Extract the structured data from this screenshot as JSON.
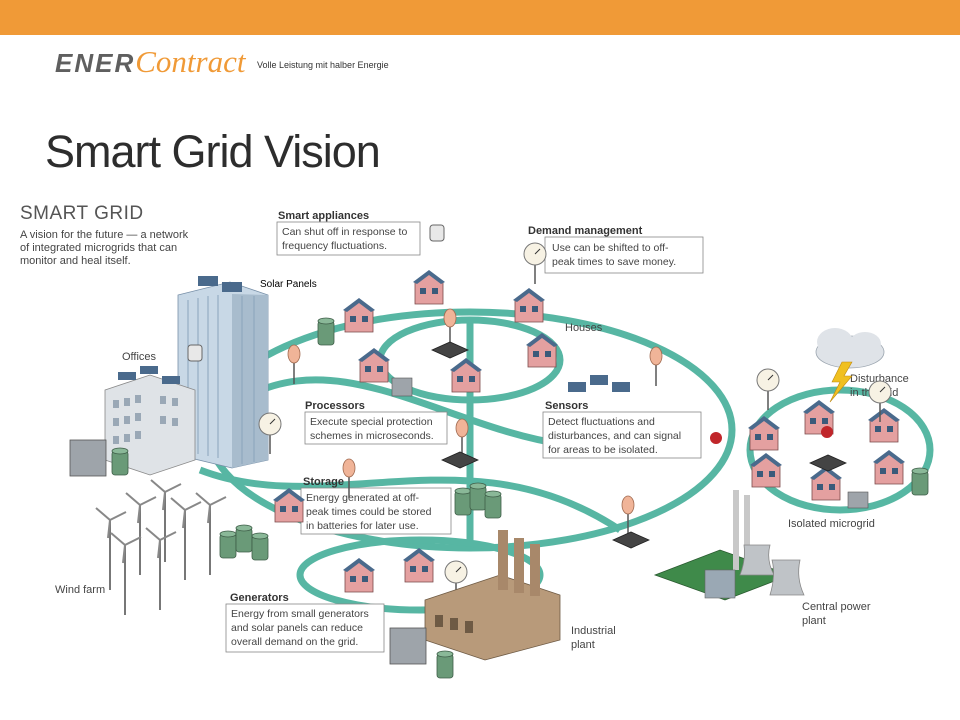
{
  "header": {
    "bar_color": "#f09a37",
    "logo_ener": "ENER",
    "logo_contract": "Contract",
    "tagline": "Volle Leistung mit halber Energie"
  },
  "slide": {
    "title": "Smart Grid Vision"
  },
  "diagram": {
    "heading": "SMART GRID",
    "intro": [
      "A vision for the future — a network",
      "of integrated microgrids that can",
      "monitor and heal itself."
    ],
    "smart_appliances": {
      "title": "Smart appliances",
      "lines": [
        "Can shut off in response to",
        "frequency fluctuations."
      ]
    },
    "demand_management": {
      "title": "Demand management",
      "lines": [
        "Use can be shifted to off-",
        "peak times to save money."
      ]
    },
    "processors": {
      "title": "Processors",
      "lines": [
        "Execute special protection",
        "schemes in microseconds."
      ]
    },
    "sensors": {
      "title": "Sensors",
      "lines": [
        "Detect fluctuations and",
        "disturbances, and can signal",
        "for areas to be isolated."
      ]
    },
    "storage": {
      "title": "Storage",
      "lines": [
        "Energy generated at off-",
        "peak times could be stored",
        "in batteries for later use."
      ]
    },
    "generators": {
      "title": "Generators",
      "lines": [
        "Energy from small generators",
        "and solar panels can reduce",
        "overall demand on the grid."
      ]
    },
    "labels": {
      "offices": "Offices",
      "houses": "Houses",
      "disturbance": [
        "Disturbance",
        "in the grid"
      ],
      "isolated": "Isolated microgrid",
      "wind_farm": "Wind farm",
      "industrial": [
        "Industrial",
        "plant"
      ],
      "central": [
        "Central power",
        "plant"
      ],
      "solar_panels": "Solar Panels"
    },
    "colors": {
      "grid": "#3aaa93",
      "house": "#e4a0a0",
      "roof": "#4a6a8c",
      "battery": "#6a9a78"
    }
  }
}
